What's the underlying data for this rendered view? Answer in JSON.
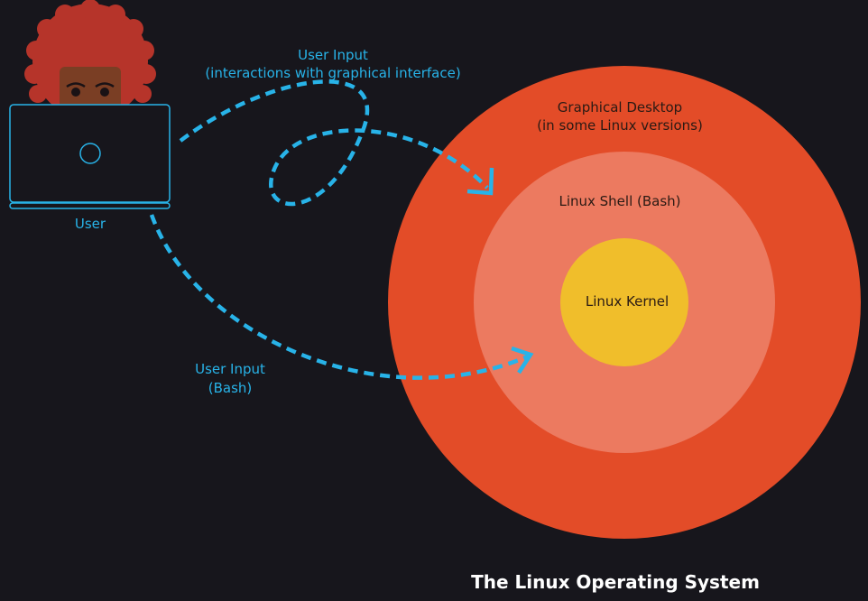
{
  "colors": {
    "background": "#17161c",
    "outer_ring": "#e34c28",
    "middle_ring": "#ec7a60",
    "kernel": "#f0be2b",
    "accent": "#28b3e8",
    "hair": "#b6342a",
    "skin": "#7a3e24",
    "dark_text": "#2a1a14",
    "title_text": "#ffffff"
  },
  "icons": {
    "user": "person-at-laptop-icon",
    "arrow": "arrowhead-icon"
  },
  "user": {
    "label": "User"
  },
  "inputs": {
    "gui": {
      "line1": "User Input",
      "line2": "(interactions with graphical interface)"
    },
    "bash": {
      "line1": "User Input",
      "line2": "(Bash)"
    }
  },
  "layers": {
    "desktop": {
      "line1": "Graphical Desktop",
      "line2": "(in some Linux versions)"
    },
    "shell": {
      "label": "Linux Shell (Bash)"
    },
    "kernel": {
      "label": "Linux Kernel"
    }
  },
  "title": "The Linux Operating System"
}
